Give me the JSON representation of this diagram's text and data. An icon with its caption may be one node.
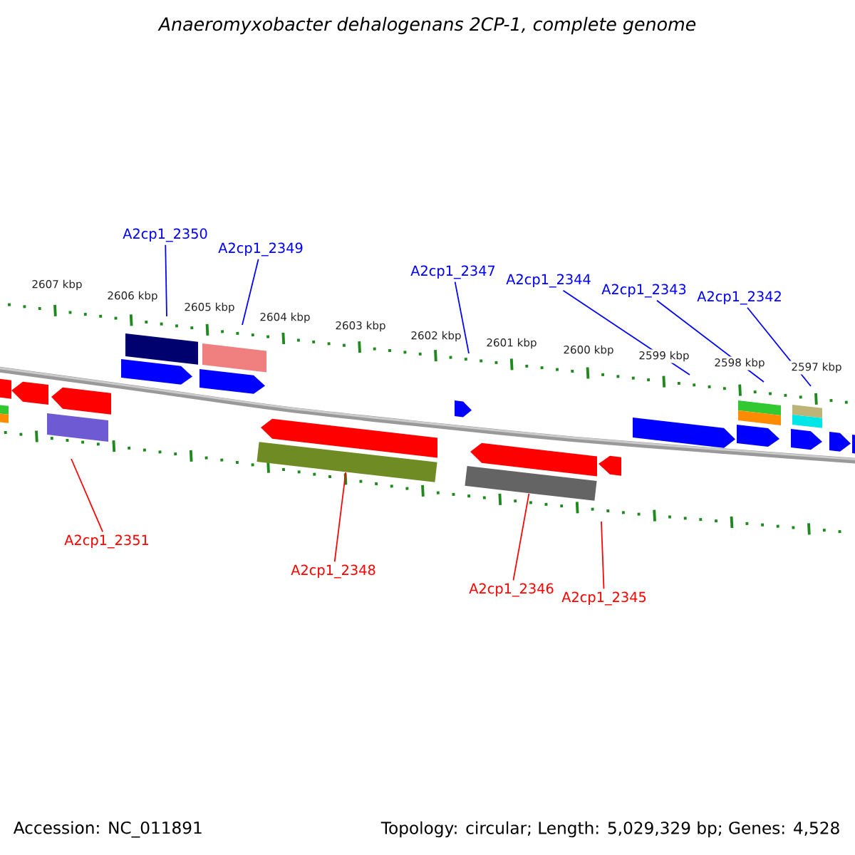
{
  "diagram": {
    "title": "Anaeromyxobacter dehalogenans 2CP-1, complete genome",
    "nodes": [
      {
        "text": [
          "A2cp1_2350"
        ]
      },
      {
        "text": [
          "A2cp1_2349"
        ]
      },
      {
        "text": [
          "A2cp1_2347"
        ]
      },
      {
        "text": [
          "A2cp1_2344"
        ]
      },
      {
        "text": [
          "A2cp1_2343"
        ]
      },
      {
        "text": [
          "A2cp1_2342"
        ]
      },
      {
        "text": [
          "A2cp1_2351"
        ]
      },
      {
        "text": [
          "A2cp1_2348"
        ]
      },
      {
        "text": [
          "A2cp1_2346"
        ]
      },
      {
        "text": [
          "A2cp1_2345"
        ]
      },
      {
        "text": [],
        "shape": "bar"
      },
      {
        "text": [],
        "shape": "bar"
      }
    ],
    "edges": [
      {
        "from": 0,
        "to": null,
        "arrow": "none"
      },
      {
        "from": 1,
        "to": null,
        "arrow": "none"
      },
      {
        "from": 2,
        "to": null,
        "arrow": "none"
      },
      {
        "from": 3,
        "to": null,
        "arrow": "none"
      },
      {
        "from": 4,
        "to": null,
        "arrow": "none"
      },
      {
        "from": 5,
        "to": null,
        "arrow": "none"
      },
      {
        "from": 6,
        "to": null,
        "arrow": "none",
        "color": "#ff0000"
      },
      {
        "from": 7,
        "to": 10,
        "arrow": "none",
        "color": "#ff0000"
      },
      {
        "from": 8,
        "to": 11,
        "arrow": "none",
        "color": "#ff0000"
      },
      {
        "from": 9,
        "to": null,
        "arrow": "none",
        "color": "#ff0000"
      }
    ],
    "labels": [
      "2607 kbp",
      "2606 kbp",
      "2605 kbp",
      "2604 kbp",
      "2603 kbp",
      "2602 kbp",
      "2601 kbp",
      "2600 kbp",
      "2599 kbp",
      "2598 kbp",
      "2597 kbp",
      "Accession: NC_011891",
      "Topology: circular; Length: 5,029,329 bp; Genes: 4,528"
    ]
  }
}
